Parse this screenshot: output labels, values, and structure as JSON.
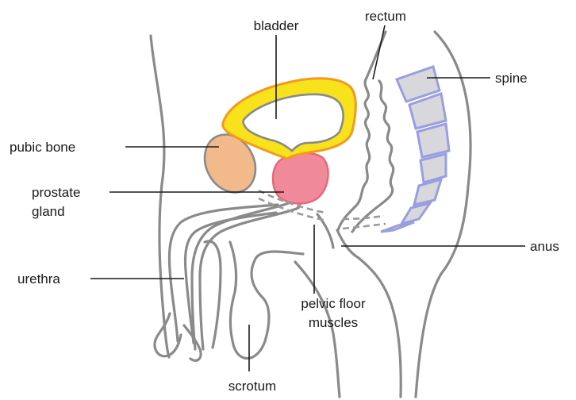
{
  "labels": {
    "bladder": "bladder",
    "rectum": "rectum",
    "spine": "spine",
    "pubic_bone": "pubic bone",
    "prostate_line1": "prostate",
    "prostate_line2": "gland",
    "anus": "anus",
    "urethra": "urethra",
    "pelvic_line1": "pelvic floor",
    "pelvic_line2": "muscles",
    "scrotum": "scrotum"
  },
  "colors": {
    "outline": "#8a8a8a",
    "bladder_outer": "#f7e21c",
    "bladder_border": "#f39a1e",
    "pubic_bone": "#f2b98a",
    "prostate": "#f08a9a",
    "spine_fill": "#d8d8dc",
    "spine_border": "#9a9ee0"
  }
}
